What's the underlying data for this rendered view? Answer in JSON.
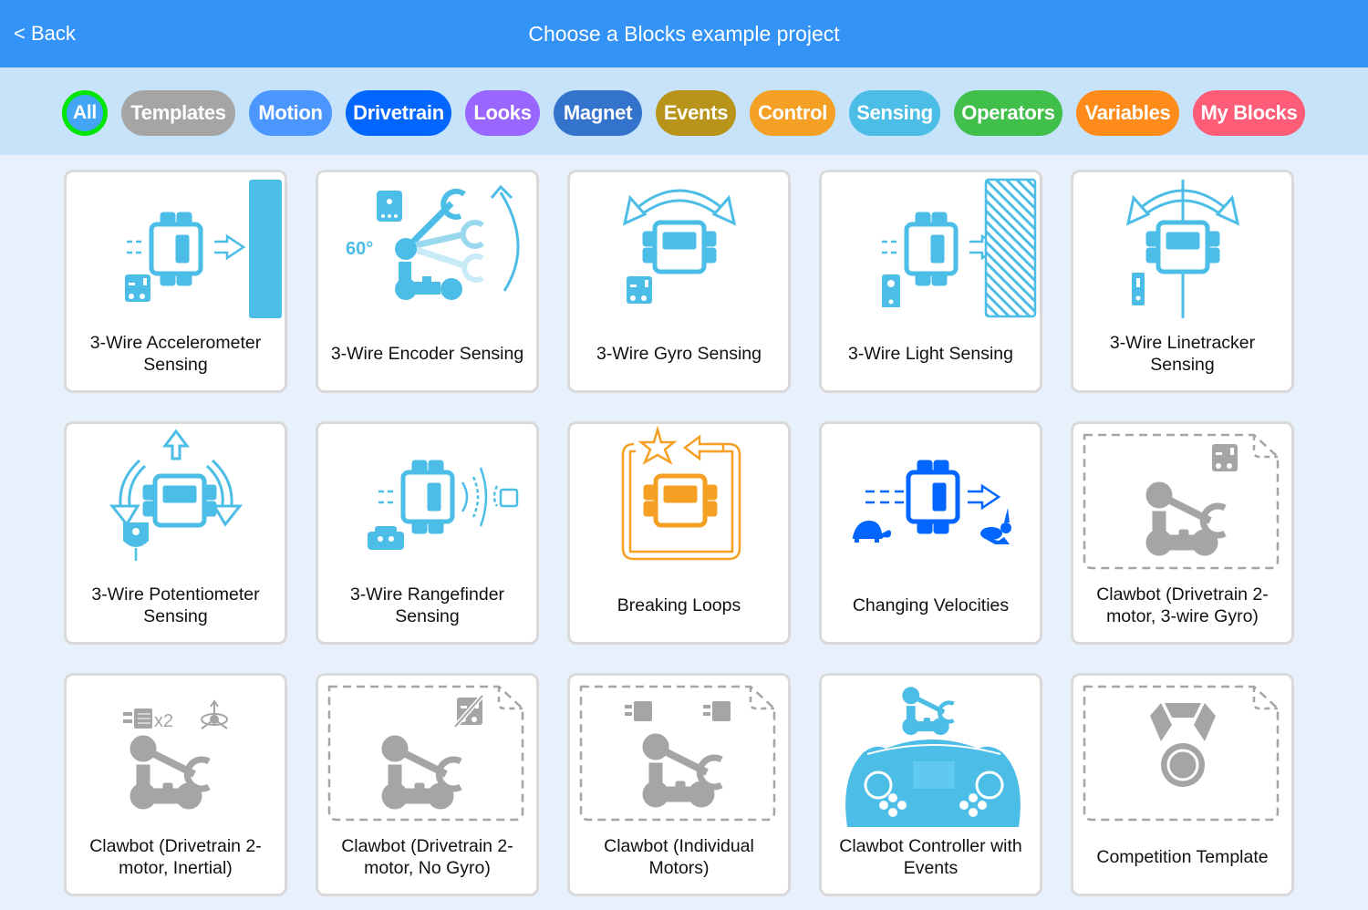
{
  "header": {
    "back_label": "< Back",
    "title": "Choose a Blocks example project",
    "background": "#3393f7"
  },
  "filters": [
    {
      "label": "All",
      "color": "#42a5f5",
      "selected": true
    },
    {
      "label": "Templates",
      "color": "#a5a5a5",
      "selected": false
    },
    {
      "label": "Motion",
      "color": "#4c97ff",
      "selected": false
    },
    {
      "label": "Drivetrain",
      "color": "#0066ff",
      "selected": false
    },
    {
      "label": "Looks",
      "color": "#9966ff",
      "selected": false
    },
    {
      "label": "Magnet",
      "color": "#3373cc",
      "selected": false
    },
    {
      "label": "Events",
      "color": "#b8951a",
      "selected": false
    },
    {
      "label": "Control",
      "color": "#f4a024",
      "selected": false
    },
    {
      "label": "Sensing",
      "color": "#4cbde6",
      "selected": false
    },
    {
      "label": "Operators",
      "color": "#40bf4a",
      "selected": false
    },
    {
      "label": "Variables",
      "color": "#ff8c1a",
      "selected": false
    },
    {
      "label": "My Blocks",
      "color": "#ff5c78",
      "selected": false
    }
  ],
  "projects": [
    {
      "label": "3-Wire Accelerometer Sensing",
      "icon": "accelerometer-robot-icon"
    },
    {
      "label": "3-Wire Encoder Sensing",
      "icon": "encoder-arm-60deg-icon"
    },
    {
      "label": "3-Wire Gyro Sensing",
      "icon": "gyro-rotate-robot-icon"
    },
    {
      "label": "3-Wire Light Sensing",
      "icon": "light-sensor-robot-icon"
    },
    {
      "label": "3-Wire Linetracker Sensing",
      "icon": "linetracker-robot-icon"
    },
    {
      "label": "3-Wire Potentiometer Sensing",
      "icon": "potentiometer-robot-icon"
    },
    {
      "label": "3-Wire Rangefinder Sensing",
      "icon": "rangefinder-robot-icon"
    },
    {
      "label": "Breaking Loops",
      "icon": "loop-star-robot-icon"
    },
    {
      "label": "Changing Velocities",
      "icon": "velocity-turtle-rabbit-icon"
    },
    {
      "label": "Clawbot (Drivetrain 2-motor, 3-wire Gyro)",
      "icon": "clawbot-template-gyro-icon"
    },
    {
      "label": "Clawbot (Drivetrain 2-motor, Inertial)",
      "icon": "clawbot-inertial-icon",
      "badge": "x2"
    },
    {
      "label": "Clawbot (Drivetrain 2-motor, No Gyro)",
      "icon": "clawbot-template-no-gyro-icon"
    },
    {
      "label": "Clawbot (Individual Motors)",
      "icon": "clawbot-template-motors-icon"
    },
    {
      "label": "Clawbot Controller with Events",
      "icon": "clawbot-controller-icon"
    },
    {
      "label": "Competition Template",
      "icon": "competition-medal-icon"
    }
  ],
  "colors": {
    "sensing_blue": "#4cbde6",
    "control_orange": "#f4a024",
    "drivetrain_blue": "#0066ff",
    "template_gray": "#a5a5a5",
    "encoder_angle": "60°"
  }
}
